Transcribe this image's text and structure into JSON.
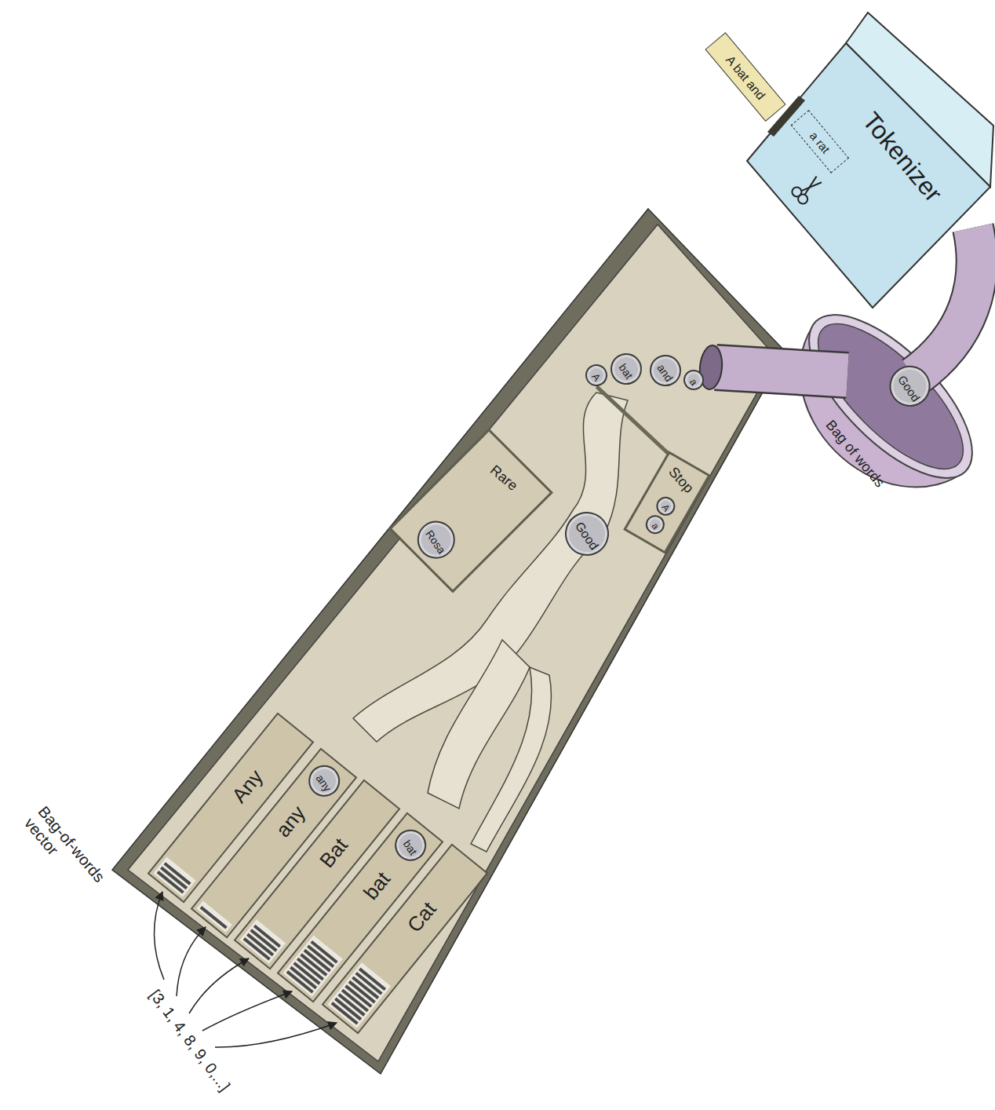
{
  "diagram": {
    "nodes": [
      {
        "text": [
          "A bat and"
        ]
      },
      {
        "text": [
          "Tokenizer"
        ]
      },
      {
        "text": [
          "a rat"
        ],
        "in": 1
      },
      {
        "text": [
          "Bag of words"
        ]
      },
      {
        "text": [
          "Good"
        ],
        "in": 3
      },
      {
        "text": [
          "A"
        ]
      },
      {
        "text": [
          "bat"
        ]
      },
      {
        "text": [
          "and"
        ]
      },
      {
        "text": [
          "a"
        ]
      },
      {
        "text": [
          "Stop"
        ]
      },
      {
        "text": [
          "A"
        ],
        "in": 9
      },
      {
        "text": [
          "a"
        ],
        "in": 9
      },
      {
        "text": [
          "Rare"
        ]
      },
      {
        "text": [
          "Rosa"
        ],
        "in": 12
      },
      {
        "text": [
          "Good"
        ]
      },
      {
        "text": [
          "Any"
        ]
      },
      {
        "text": [
          "any"
        ]
      },
      {
        "text": [
          "any"
        ],
        "in": 16
      },
      {
        "text": [
          "Bat"
        ]
      },
      {
        "text": [
          "bat"
        ]
      },
      {
        "text": [
          "bat"
        ],
        "in": 19
      },
      {
        "text": [
          "Cat"
        ]
      }
    ],
    "labels": [
      "Bag-of-words vector",
      "[3, 1, 4, 8, 9, 0,...]"
    ]
  }
}
